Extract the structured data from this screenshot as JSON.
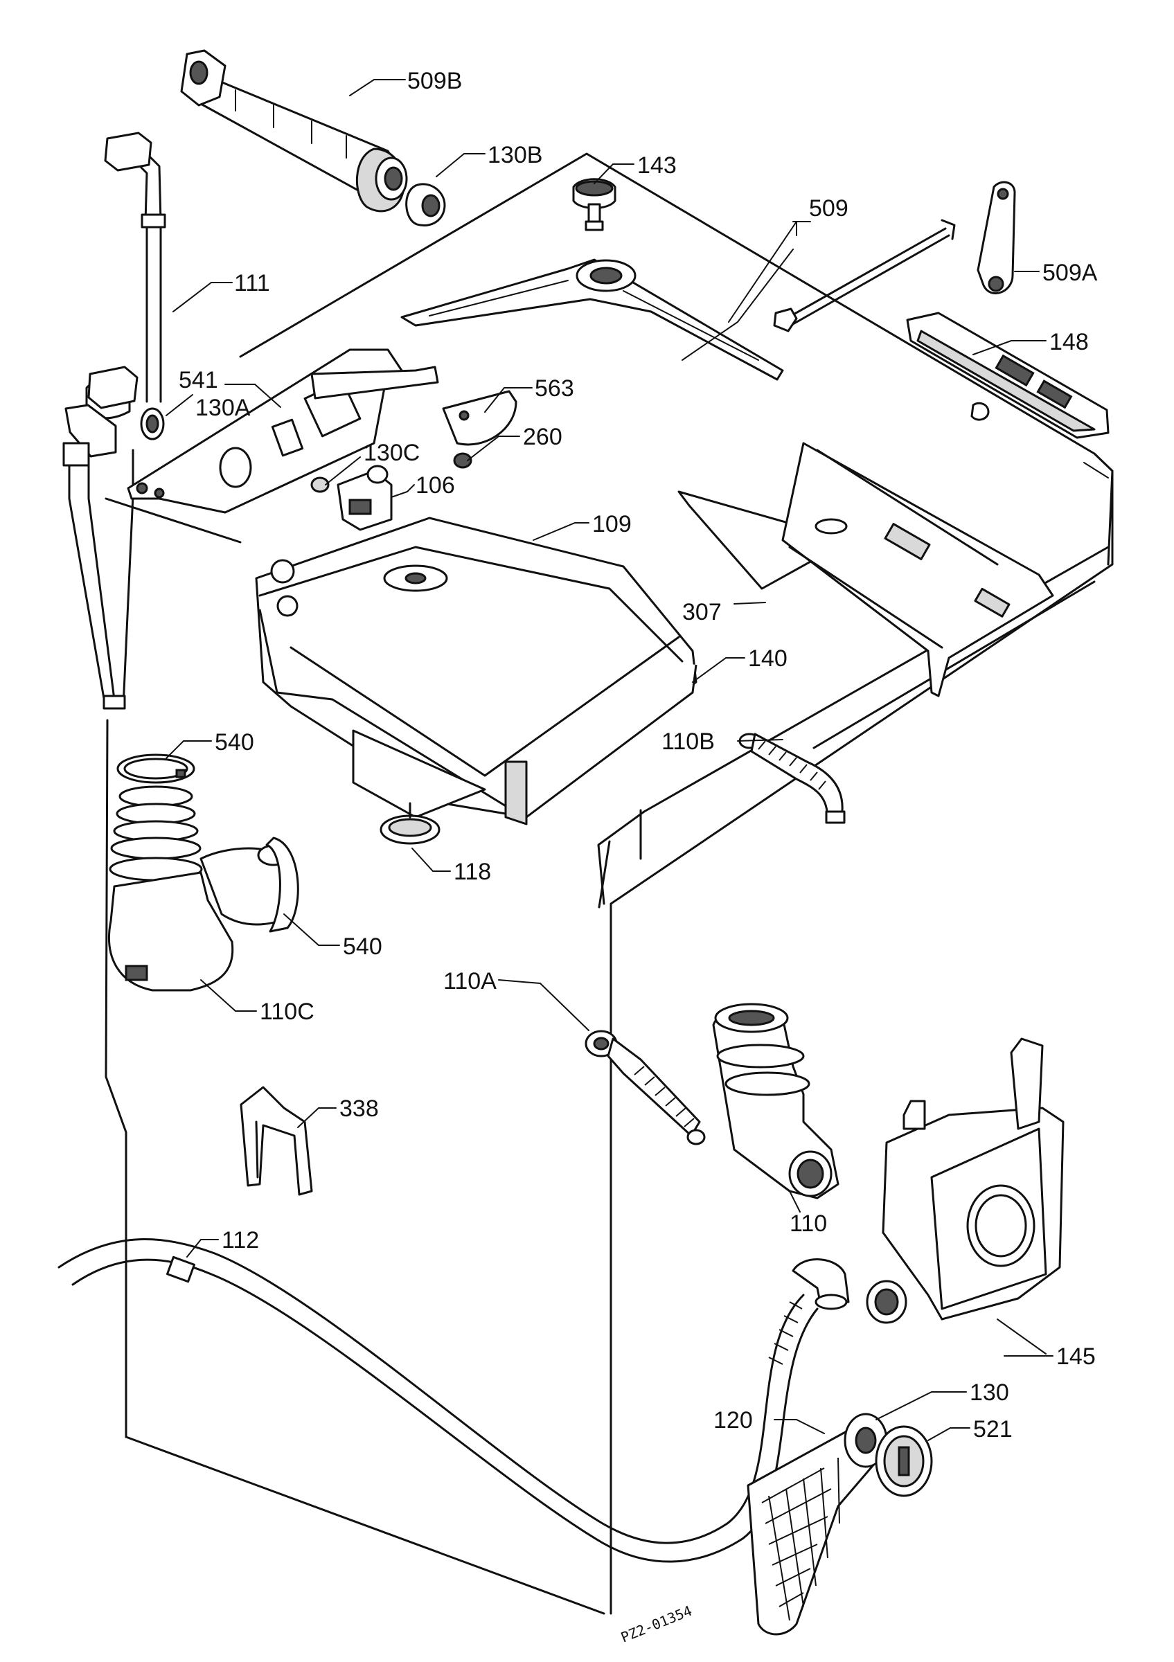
{
  "diagram": {
    "parts": [
      {
        "id": "509B",
        "label": "509B"
      },
      {
        "id": "130B",
        "label": "130B"
      },
      {
        "id": "143",
        "label": "143"
      },
      {
        "id": "509",
        "label": "509"
      },
      {
        "id": "509A",
        "label": "509A"
      },
      {
        "id": "111",
        "label": "111"
      },
      {
        "id": "148",
        "label": "148"
      },
      {
        "id": "541",
        "label": "541"
      },
      {
        "id": "130A",
        "label": "130A"
      },
      {
        "id": "563",
        "label": "563"
      },
      {
        "id": "260",
        "label": "260"
      },
      {
        "id": "130C",
        "label": "130C"
      },
      {
        "id": "106",
        "label": "106"
      },
      {
        "id": "109",
        "label": "109"
      },
      {
        "id": "307",
        "label": "307"
      },
      {
        "id": "140",
        "label": "140"
      },
      {
        "id": "540a",
        "label": "540"
      },
      {
        "id": "110B",
        "label": "110B"
      },
      {
        "id": "118",
        "label": "118"
      },
      {
        "id": "540b",
        "label": "540"
      },
      {
        "id": "110C",
        "label": "110C"
      },
      {
        "id": "110A",
        "label": "110A"
      },
      {
        "id": "338",
        "label": "338"
      },
      {
        "id": "110",
        "label": "110"
      },
      {
        "id": "112",
        "label": "112"
      },
      {
        "id": "145",
        "label": "145"
      },
      {
        "id": "130",
        "label": "130"
      },
      {
        "id": "120",
        "label": "120"
      },
      {
        "id": "521",
        "label": "521"
      }
    ],
    "reference": "PZ2-01354"
  }
}
